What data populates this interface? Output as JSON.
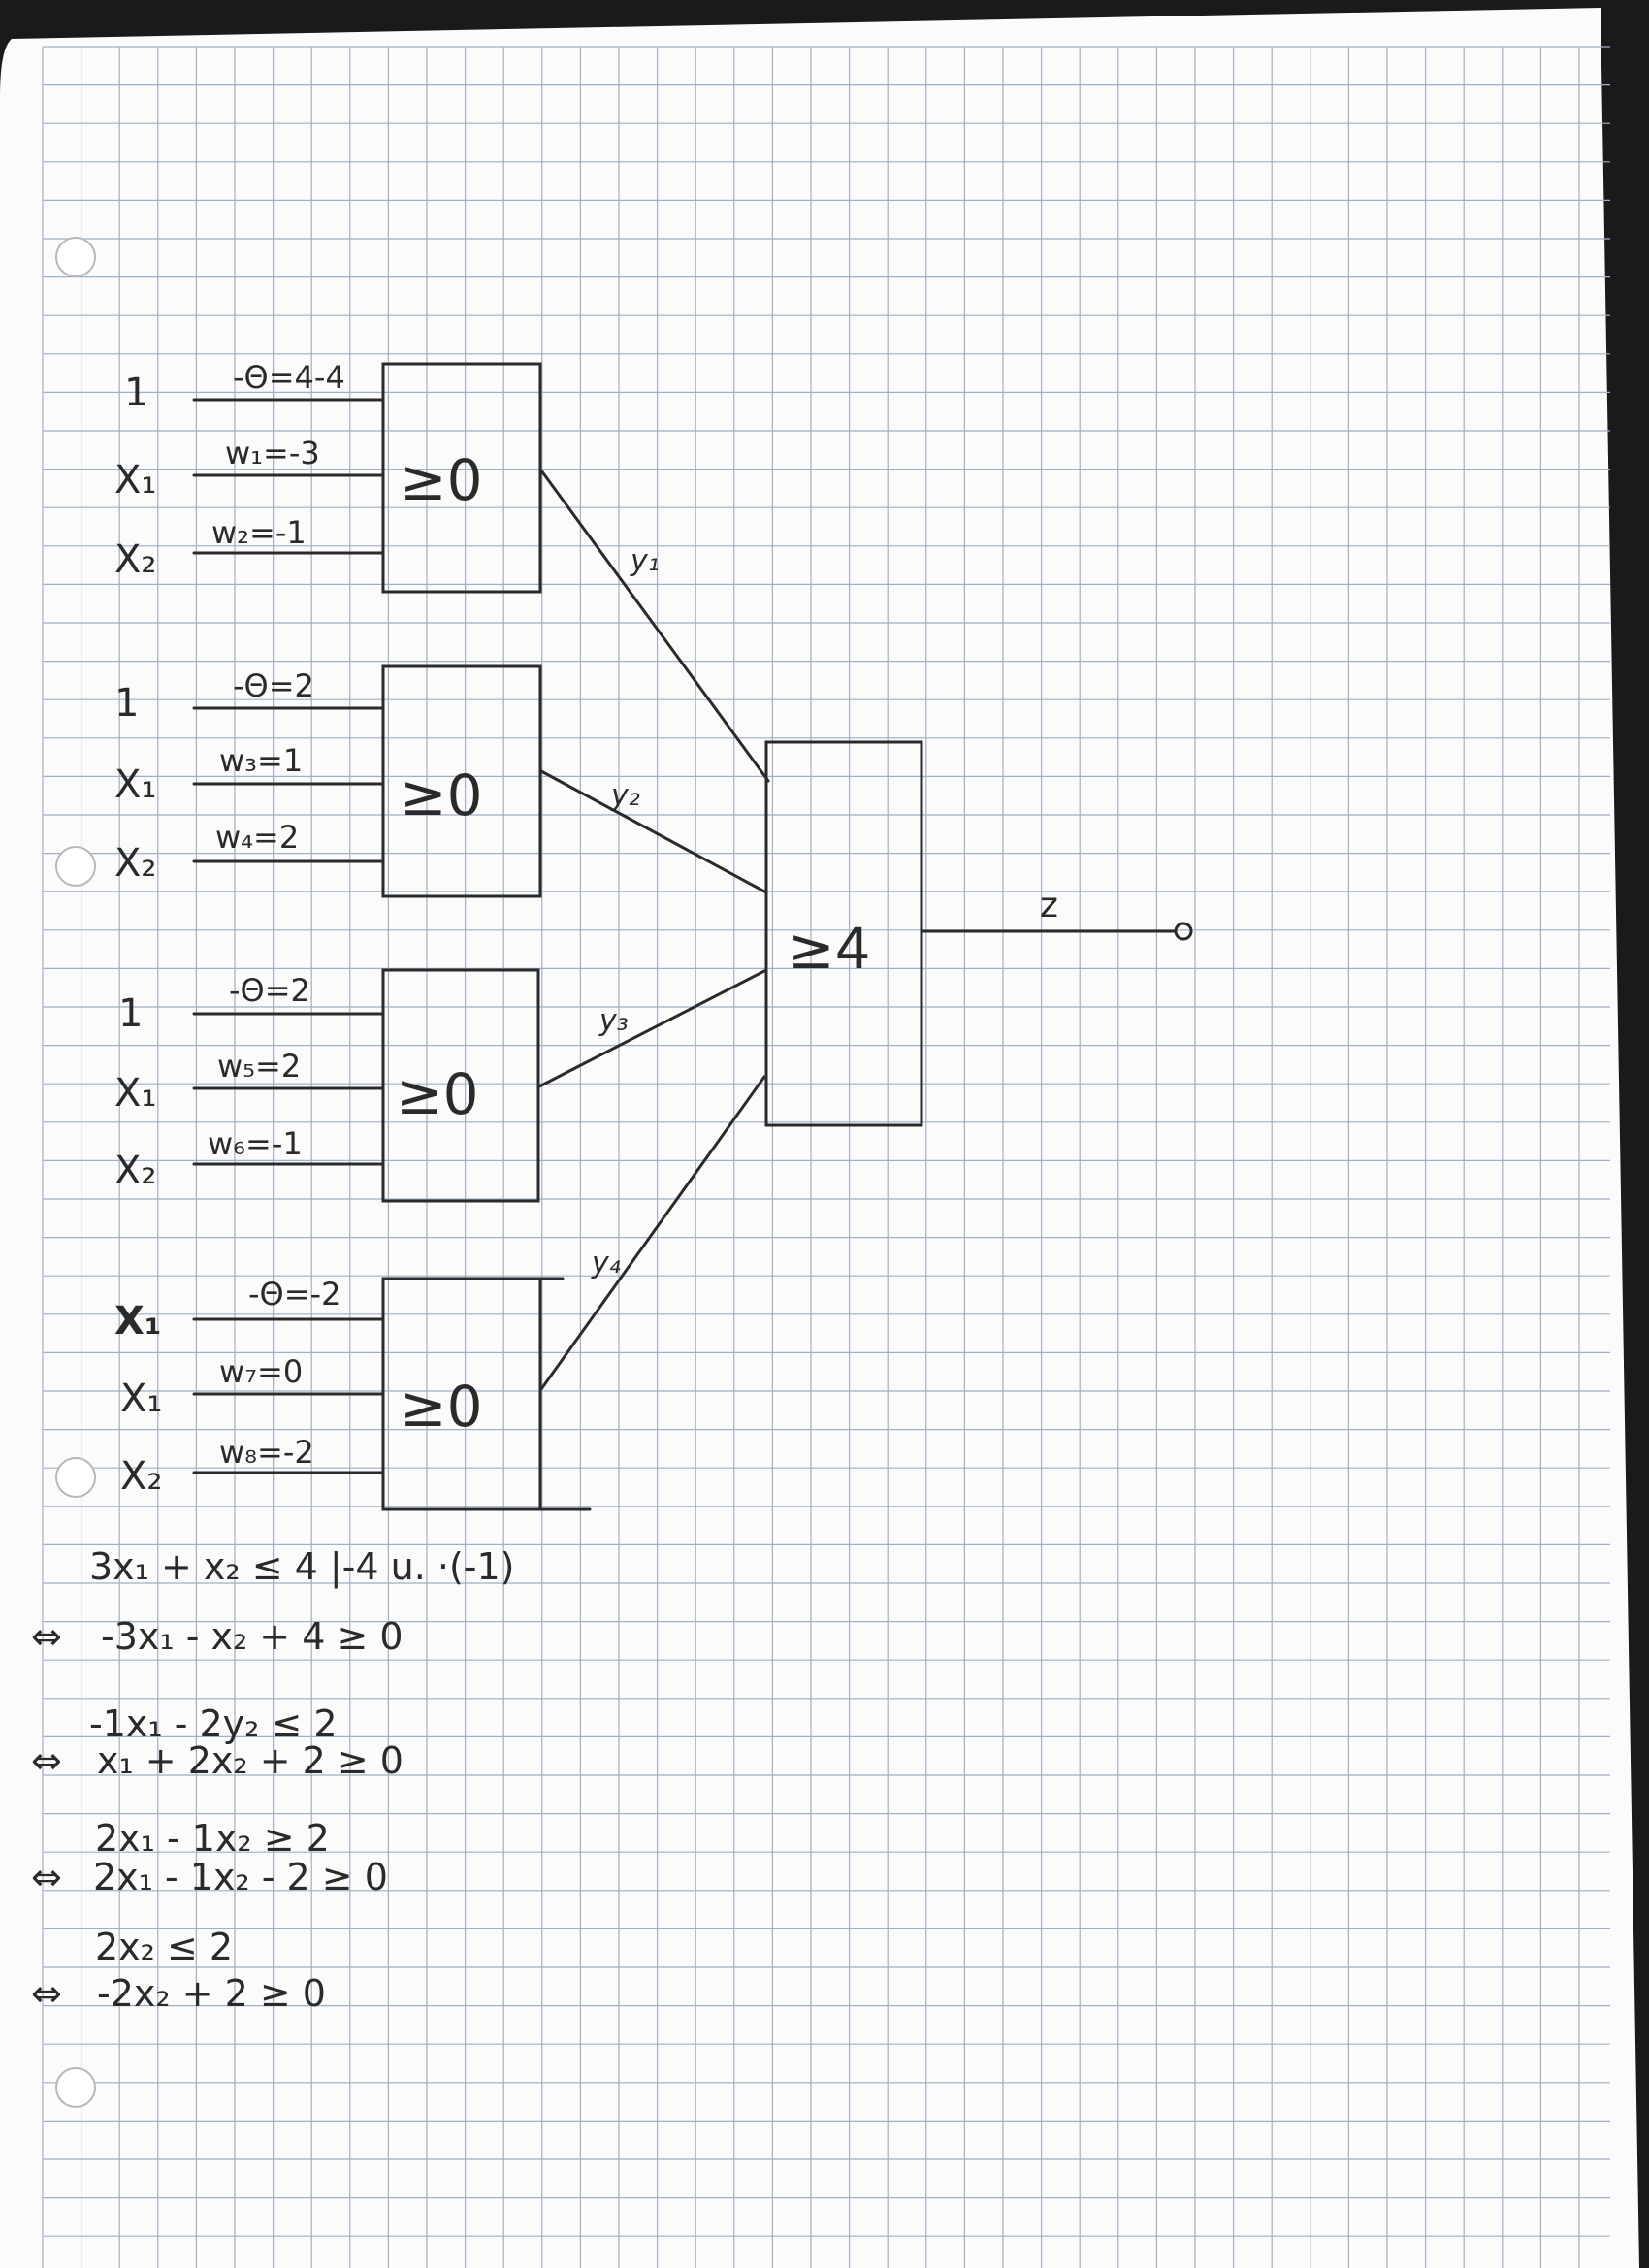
{
  "sheet": {
    "paper_color": "#fbfbfb",
    "grid_color": "#9fb0c4",
    "ink_color": "#2a2a2a"
  },
  "neurons": [
    {
      "id": "n1",
      "threshold_label": "≥0",
      "inputs": [
        "1",
        "X₁",
        "X₂"
      ],
      "weights": [
        "-Θ=4-4",
        "w₁=-3",
        "w₂=-1"
      ],
      "output_label": "y₁"
    },
    {
      "id": "n2",
      "threshold_label": "≥0",
      "inputs": [
        "1",
        "X₁",
        "X₂"
      ],
      "weights": [
        "-Θ=2",
        "w₃=1",
        "w₄=2"
      ],
      "output_label": "y₂"
    },
    {
      "id": "n3",
      "threshold_label": "≥0",
      "inputs": [
        "1",
        "X₁",
        "X₂"
      ],
      "weights": [
        "-Θ=2",
        "w₅=2",
        "w₆=-1"
      ],
      "output_label": "y₃"
    },
    {
      "id": "n4",
      "threshold_label": "≥0",
      "inputs": [
        "X₁",
        "X₁",
        "X₂"
      ],
      "weights": [
        "-Θ=-2",
        "w₇=0",
        "w₈=-2"
      ],
      "output_label": "y₄"
    }
  ],
  "output_neuron": {
    "threshold_label": "≥4",
    "output_label": "z"
  },
  "equations": [
    {
      "prefix": "",
      "text": "3x₁ + x₂ ≤ 4   |-4 u. ·(-1)"
    },
    {
      "prefix": "⇔",
      "text": "-3x₁ - x₂ + 4 ≥ 0"
    },
    {
      "prefix": "",
      "text": "-1x₁ - 2y₂ ≤ 2"
    },
    {
      "prefix": "⇔",
      "text": "x₁ + 2x₂ + 2 ≥ 0"
    },
    {
      "prefix": "",
      "text": "2x₁ - 1x₂ ≥ 2"
    },
    {
      "prefix": "⇔",
      "text": "2x₁ - 1x₂ - 2 ≥ 0"
    },
    {
      "prefix": "",
      "text": "2x₂ ≤ 2"
    },
    {
      "prefix": "⇔",
      "text": "-2x₂ + 2 ≥ 0"
    }
  ]
}
